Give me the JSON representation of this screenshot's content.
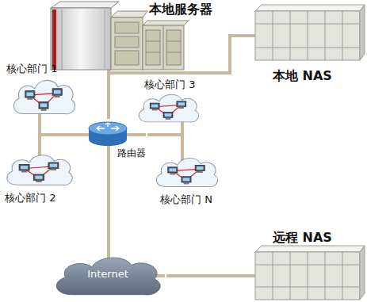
{
  "diagram": {
    "nodes": [
      {
        "text": [
          "本地服务器"
        ]
      },
      {
        "text": [
          "本地 NAS"
        ]
      },
      {
        "text": [
          "核心部门 1"
        ]
      },
      {
        "text": [
          "核心部门 3"
        ]
      },
      {
        "text": [
          "路由器"
        ]
      },
      {
        "text": [
          "核心部门 2"
        ]
      },
      {
        "text": [
          "核心部门 N"
        ]
      },
      {
        "text": [
          "Internet"
        ]
      },
      {
        "text": [
          "远程 NAS"
        ]
      }
    ],
    "edges": [
      {
        "from": 0,
        "to": 4,
        "arrow": "none"
      },
      {
        "from": 0,
        "to": 1,
        "arrow": "none"
      },
      {
        "from": 4,
        "to": 2,
        "arrow": "none"
      },
      {
        "from": 4,
        "to": 5,
        "arrow": "none"
      },
      {
        "from": 4,
        "to": 3,
        "arrow": "none"
      },
      {
        "from": 4,
        "to": 6,
        "arrow": "none"
      },
      {
        "from": 4,
        "to": 7,
        "arrow": "none"
      },
      {
        "from": 7,
        "to": 8,
        "arrow": "none"
      }
    ]
  }
}
